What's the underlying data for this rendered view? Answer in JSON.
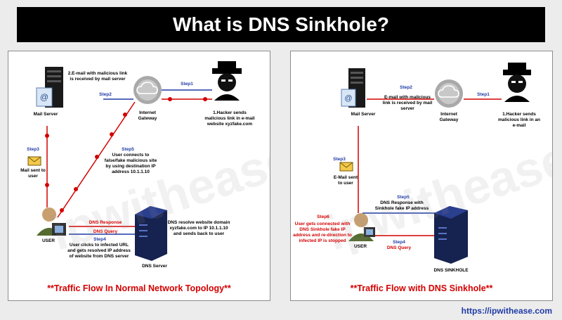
{
  "title": "What is DNS Sinkhole?",
  "watermark": "ipwithease.com",
  "url": "https://ipwithease.com",
  "colors": {
    "red": "#d40000",
    "blue": "#1f3aa6",
    "black": "#000000"
  },
  "normal": {
    "caption": "**Traffic Flow In Normal Network Topology**",
    "mail_server": "Mail Server",
    "step2_text": "2.E-mail with malicious link is received by mail server",
    "step2": "Step2",
    "step1": "Step1",
    "gateway": "Internet Gateway",
    "hacker_text": "1.Hacker sends malicious link in e-mail website xyzfake.com",
    "step3": "Step3",
    "mail_sent": "Mail sent to user",
    "step5": "Step5",
    "step5_text": "User connects to false/fake malicious site by using destination IP address 10.1.1.10",
    "dns_response": "DNS Response",
    "dns_query": "DNS Query",
    "step4": "Step4",
    "step4_text": "User clicks to infected URL and gets resolved IP address of website from DNS server",
    "dns_resolve": "DNS resolve website domain xyzfake.com to IP 10.1.1.10 and sends back to user",
    "dns_server": "DNS Server",
    "user": "USER"
  },
  "sinkhole": {
    "caption": "**Traffic Flow with DNS Sinkhole**",
    "mail_server": "Mail Server",
    "step2": "Step2",
    "step2_text": "E-mail with malicious link is received by mail server",
    "step1": "Step1",
    "gateway": "Internet Gateway",
    "hacker_text": "1.Hacker sends malicious link in an e-mail",
    "step3": "Step3",
    "mail_sent": "E-Mail sent to user",
    "step5": "Step5",
    "step5_text": "DNS Response with Sinkhole fake IP address",
    "step6": "Step6",
    "step6_text": "User gets connected with DNS Sinkhole fake IP address and re-direction to infected IP is stopped",
    "step4": "Step4",
    "dns_query": "DNS Query",
    "dns_sinkhole": "DNS SINKHOLE",
    "user": "USER"
  }
}
